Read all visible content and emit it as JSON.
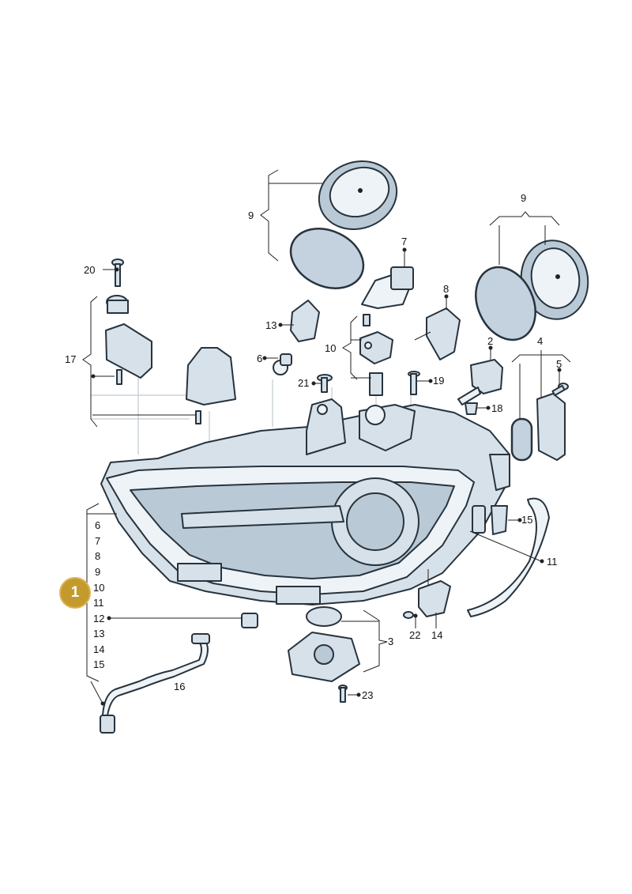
{
  "callout": {
    "label": "1"
  },
  "labels": {
    "n20": "20",
    "n17": "17",
    "n9a": "9",
    "n9b": "9",
    "n7": "7",
    "n8": "8",
    "n13": "13",
    "n10": "10",
    "n6": "6",
    "n21": "21",
    "n19": "19",
    "n2": "2",
    "n4": "4",
    "n5": "5",
    "n18": "18",
    "n15": "15",
    "n11": "11",
    "n3": "3",
    "n22": "22",
    "n14": "14",
    "n23": "23",
    "n16": "16",
    "n12": "12"
  },
  "column_list": [
    "6",
    "7",
    "8",
    "9",
    "10",
    "11",
    "12",
    "13",
    "14",
    "15"
  ]
}
